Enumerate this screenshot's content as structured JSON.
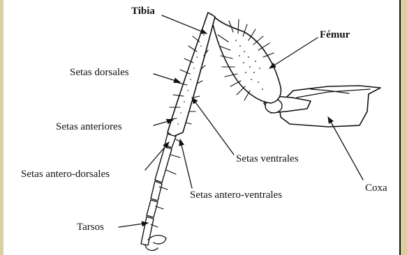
{
  "labels": {
    "tibia": "Tibia",
    "femur": "Fémur",
    "setas_dorsales": "Setas dorsales",
    "setas_anteriores": "Setas anteriores",
    "setas_antero_dorsales": "Setas antero-dorsales",
    "setas_ventrales": "Setas ventrales",
    "setas_antero_ventrales": "Setas antero-ventrales",
    "coxa": "Coxa",
    "tarsos": "Tarsos"
  },
  "colors": {
    "ink": "#111111",
    "frame": "#d9cf9f",
    "background": "#ffffff"
  }
}
